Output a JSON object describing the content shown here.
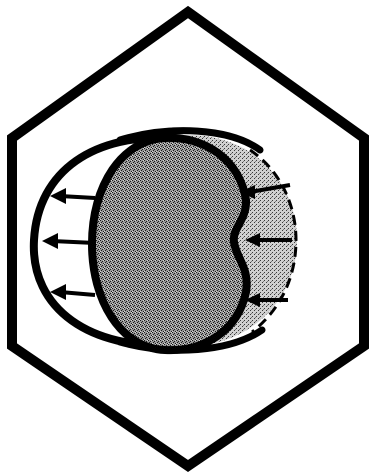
{
  "diagram": {
    "colors": {
      "background": "#ffffff",
      "stroke": "#000000",
      "stipple_dark": "#2a2a2a",
      "stipple_light": "#8a8a8a",
      "stipple_base": "#d9d9d9"
    },
    "elements": {
      "outer_shape": "hexagon",
      "membrane": "outer-crescent-boundary",
      "body": "stippled-circle",
      "tail": "stippled-right-lobe",
      "left_arrow_count": 3,
      "right_arrow_count": 3
    }
  }
}
